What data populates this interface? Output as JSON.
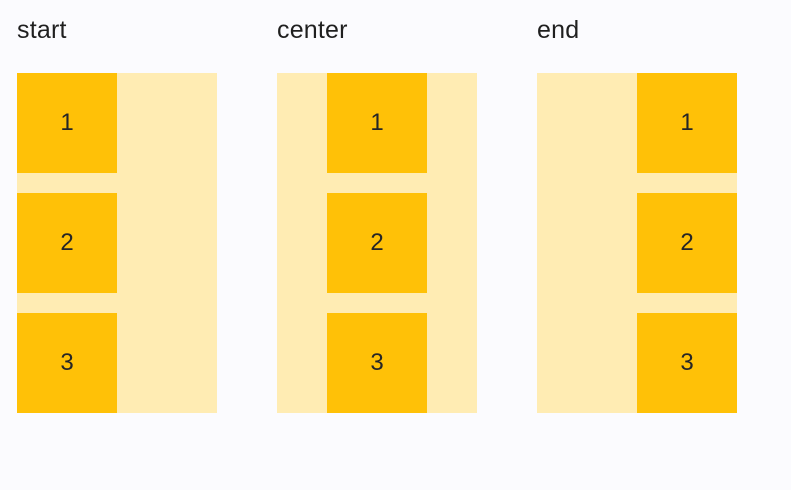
{
  "colors": {
    "page_background": "#FBFBFE",
    "track_fill": "#FFECB3",
    "item_fill": "#FFC107",
    "label_text": "#1F1F1F",
    "item_text": "#262626"
  },
  "groups": [
    {
      "label": "start",
      "alignment": "start",
      "items": [
        "1",
        "2",
        "3"
      ]
    },
    {
      "label": "center",
      "alignment": "center",
      "items": [
        "1",
        "2",
        "3"
      ]
    },
    {
      "label": "end",
      "alignment": "end",
      "items": [
        "1",
        "2",
        "3"
      ]
    }
  ]
}
